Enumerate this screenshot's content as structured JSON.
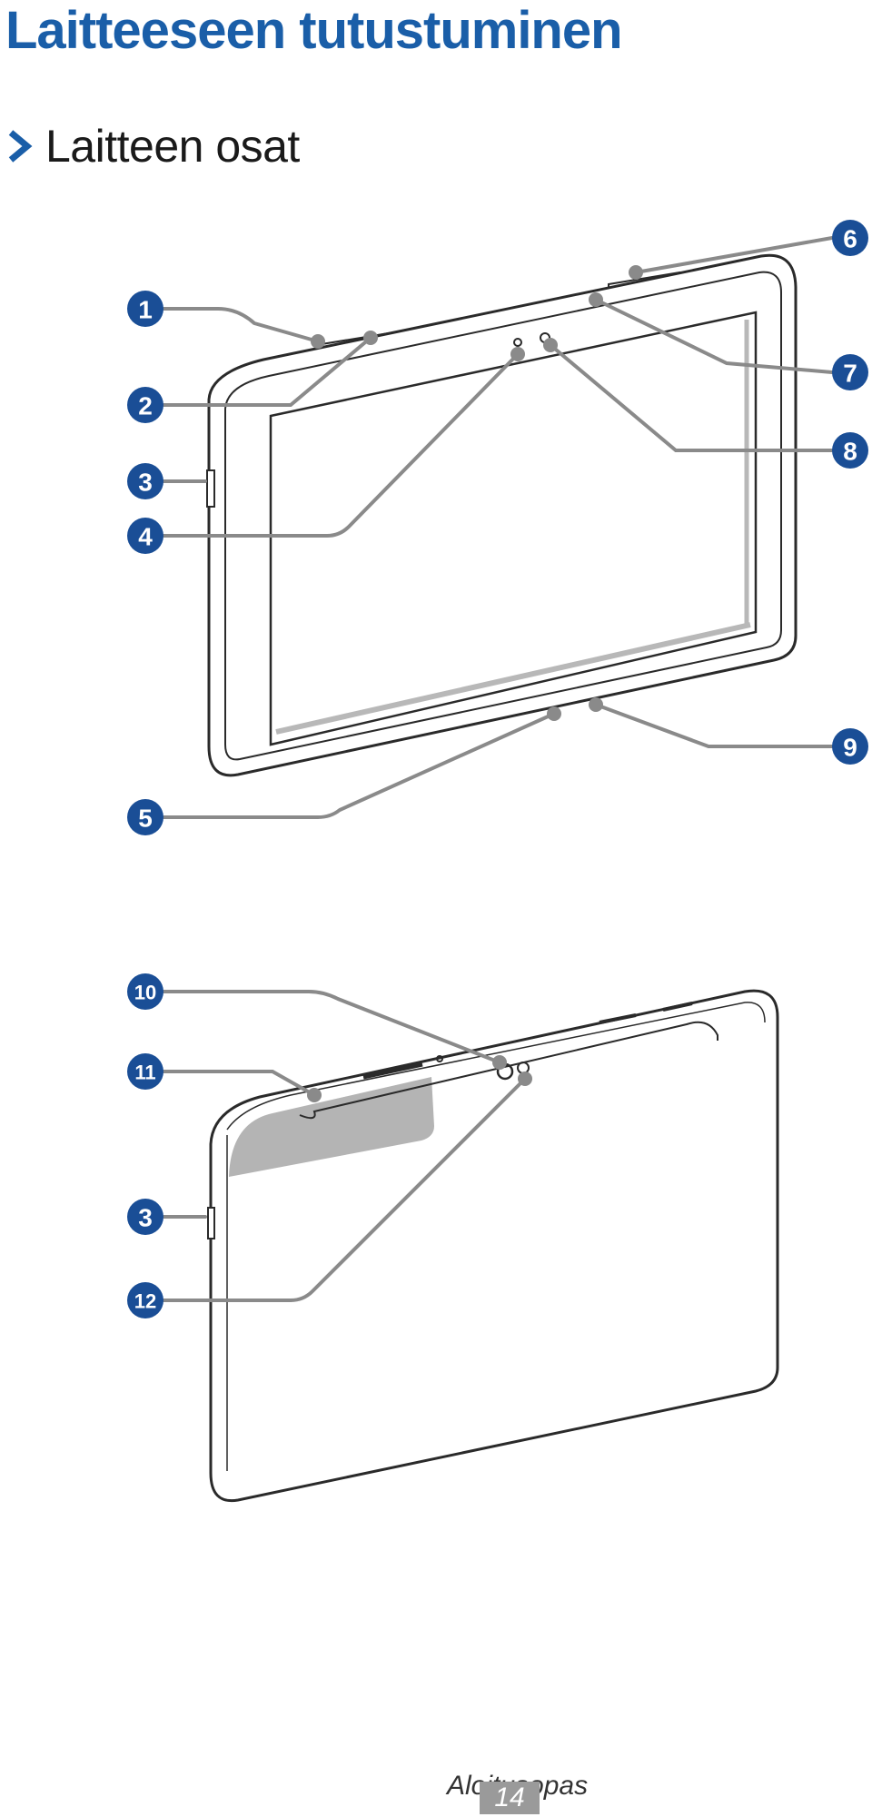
{
  "page": {
    "chapter_title": "Laitteeseen tutustuminen",
    "section_title": "Laitteen osat",
    "footer_label": "Aloitusopas",
    "page_number": "14"
  },
  "colors": {
    "title_blue": "#1a5ea8",
    "callout_badge": "#1a4e96",
    "leader_line": "#8a8a8a",
    "device_outline": "#2a2a2a",
    "shaded_area": "#b4b4b4"
  },
  "icons": {
    "section_bullet": "chevron-right-icon"
  },
  "front_callouts": [
    "1",
    "2",
    "3",
    "4",
    "5",
    "6",
    "7",
    "8",
    "9"
  ],
  "back_callouts": [
    "10",
    "11",
    "3",
    "12"
  ]
}
